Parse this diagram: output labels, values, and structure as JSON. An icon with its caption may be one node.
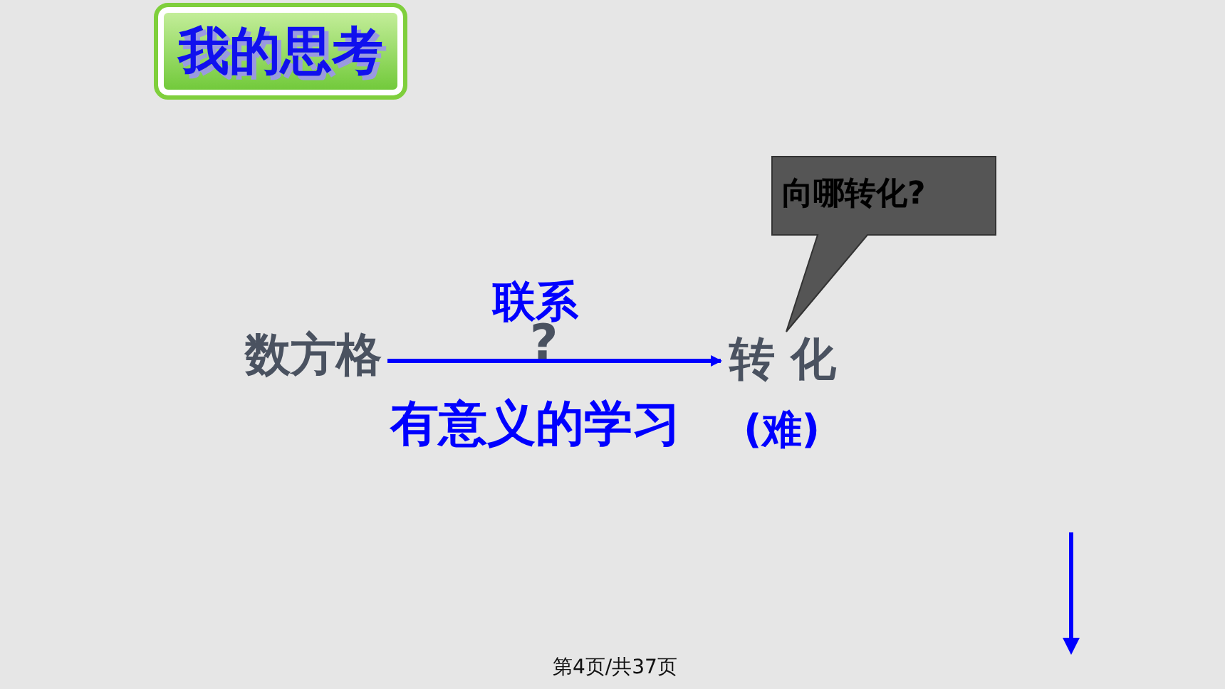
{
  "diagram": {
    "title": "我的思考",
    "nodes": [
      {
        "text": [
          "数方格"
        ]
      },
      {
        "text": [
          "转 化"
        ],
        "beside": [
          "(难)"
        ]
      },
      {
        "text": [
          "向哪转化?"
        ]
      }
    ],
    "edges": [
      {
        "from": 0,
        "to": 1,
        "arrow": "to",
        "label": "联系",
        "color": "#0000ff"
      }
    ],
    "labels": [
      "?",
      "有意义的学习",
      "第4页/共37页"
    ]
  }
}
